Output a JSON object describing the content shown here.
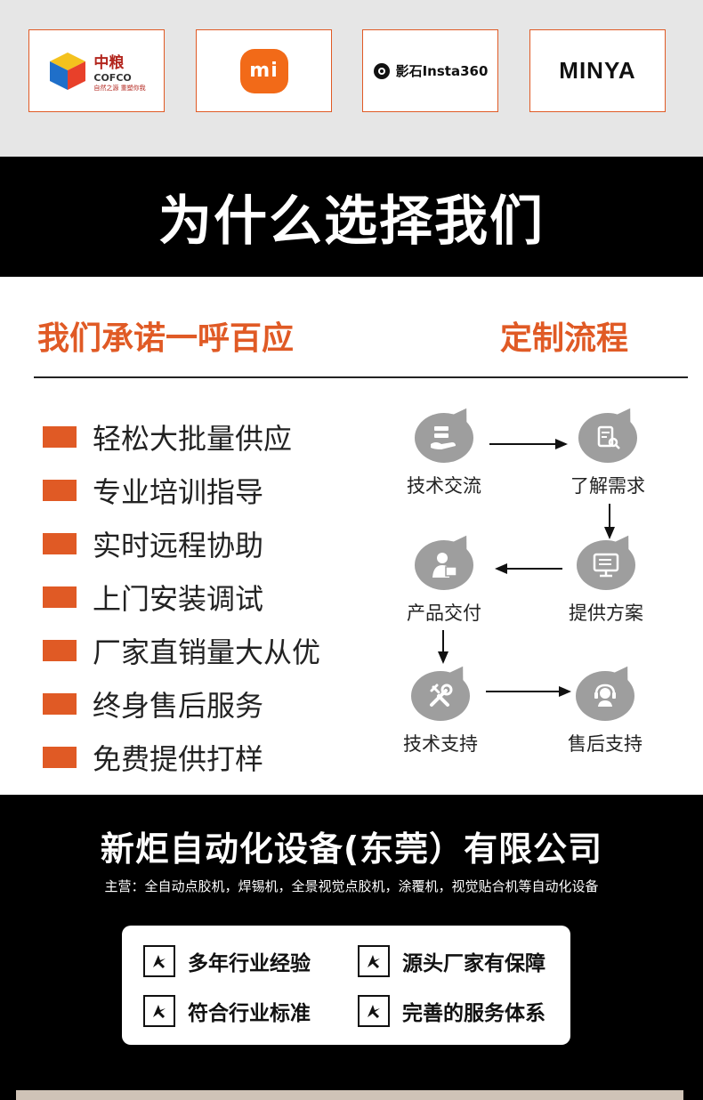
{
  "logos": [
    {
      "name": "cofco",
      "text": "中粮",
      "sub": "COFCO",
      "tagline": "自然之源 重塑你我"
    },
    {
      "name": "xiaomi",
      "text": "mi"
    },
    {
      "name": "insta360",
      "text": "影石Insta360"
    },
    {
      "name": "minya",
      "text": "MINYA"
    }
  ],
  "why_title": "为什么选择我们",
  "promise": {
    "title": "我们承诺一呼百应",
    "items": [
      "轻松大批量供应",
      "专业培训指导",
      "实时远程协助",
      "上门安装调试",
      "厂家直销量大从优",
      "终身售后服务",
      "免费提供打样"
    ]
  },
  "flow": {
    "title": "定制流程",
    "steps": [
      "技术交流",
      "了解需求",
      "提供方案",
      "产品交付",
      "技术支持",
      "售后支持"
    ]
  },
  "company": {
    "name": "新炬自动化设备(东莞）有限公司",
    "main": "主营：全自动点胶机，焊锡机，全景视觉点胶机，涂覆机，视觉贴合机等自动化设备",
    "features": [
      "多年行业经验",
      "源头厂家有保障",
      "符合行业标准",
      "完善的服务体系"
    ]
  },
  "colors": {
    "accent": "#e05a25",
    "icon_gray": "#9e9e9e",
    "dark": "#000000"
  }
}
